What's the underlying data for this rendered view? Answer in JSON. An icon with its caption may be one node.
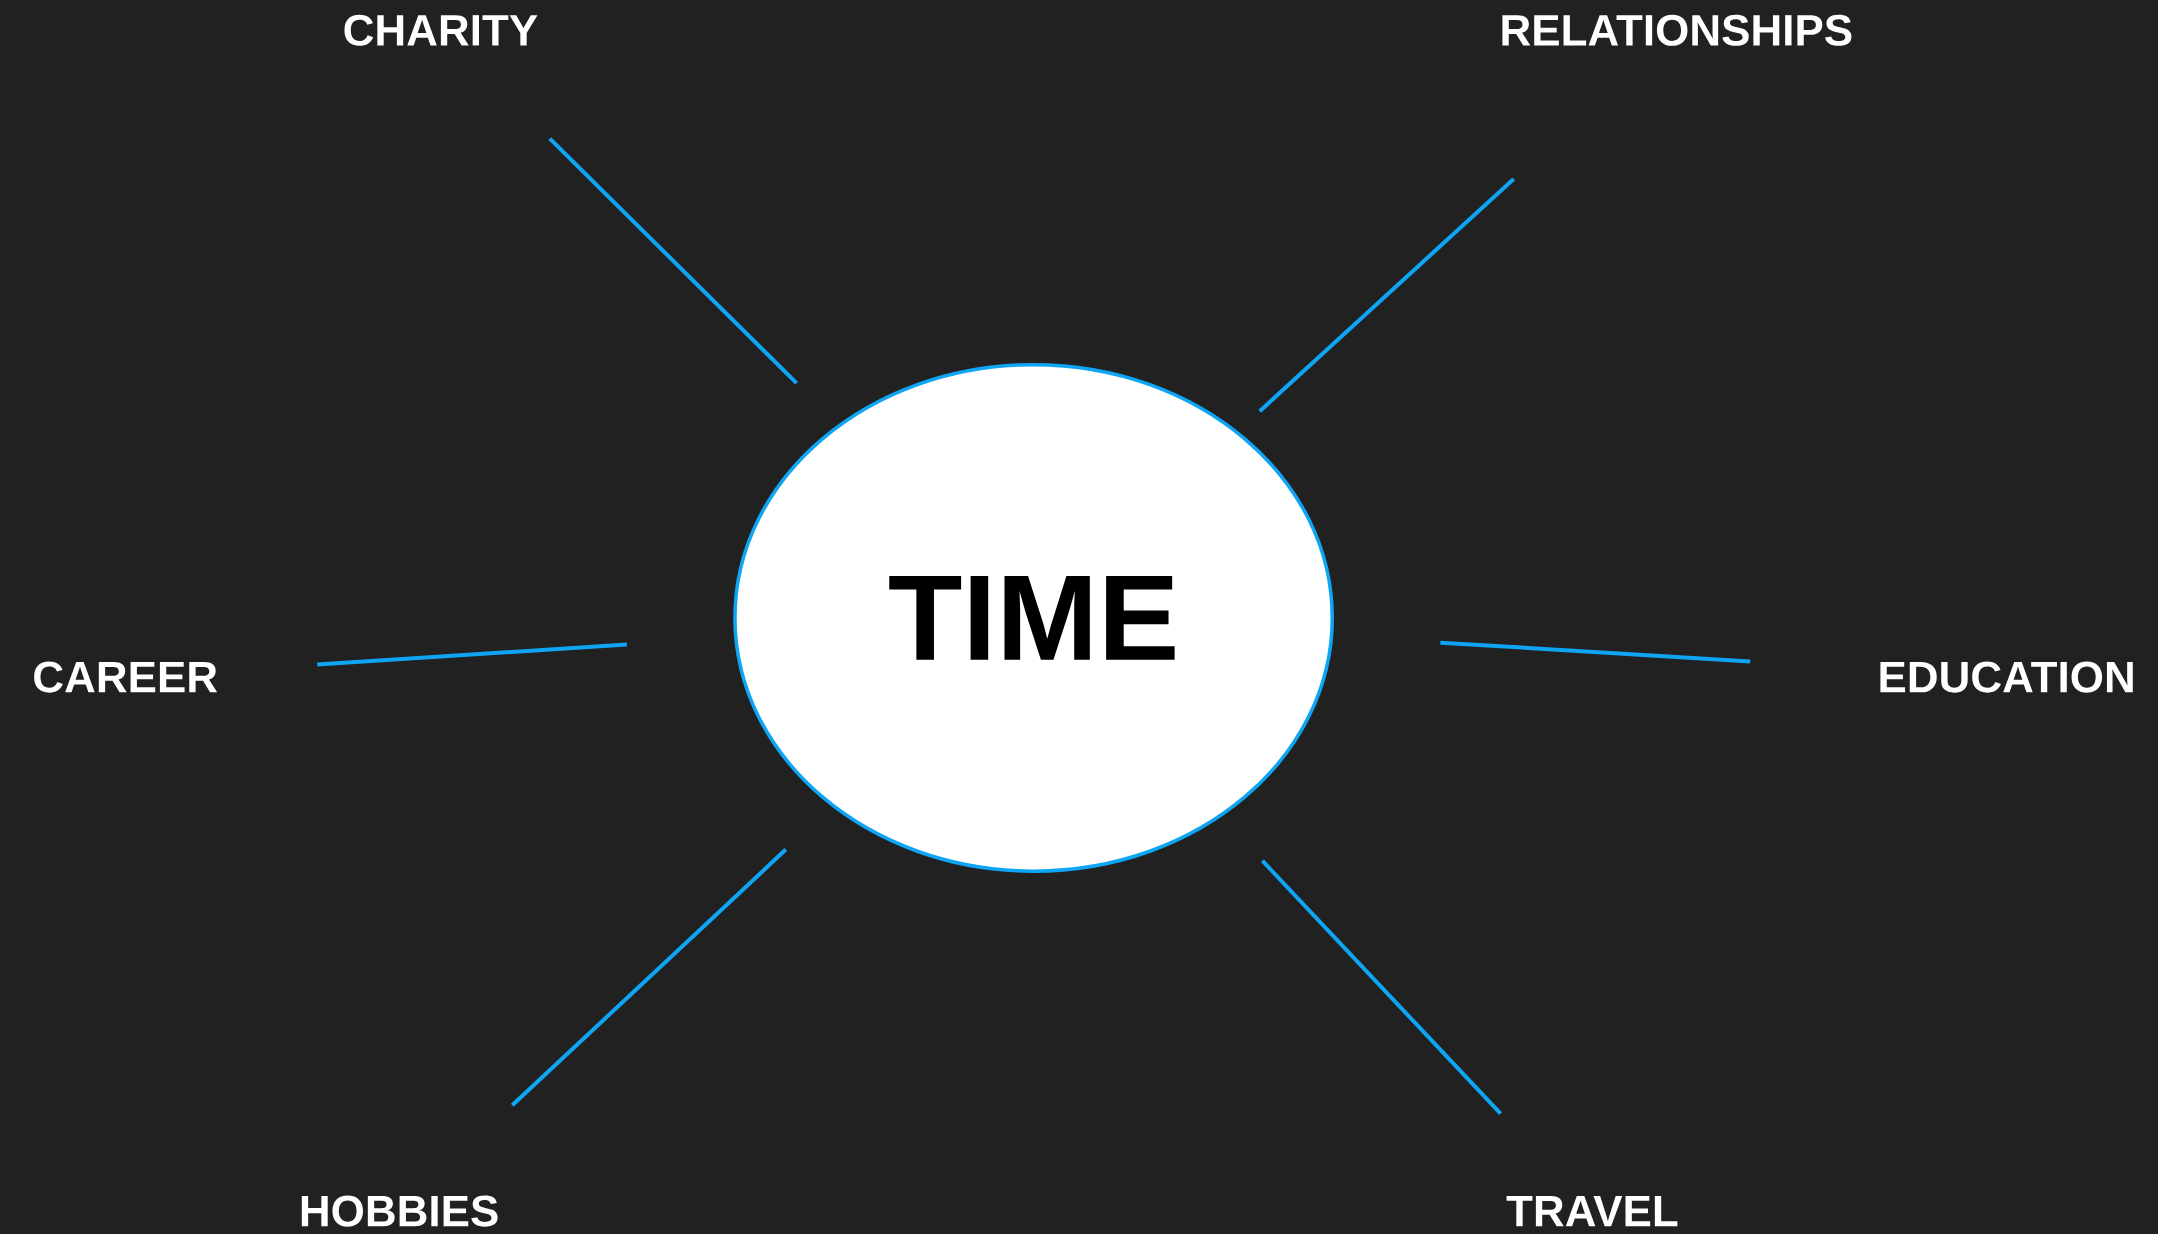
{
  "diagram": {
    "nodes": [
      {
        "text": [
          "TIME"
        ]
      },
      {
        "text": [
          "CHARITY"
        ]
      },
      {
        "text": [
          "RELATIONSHIPS"
        ]
      },
      {
        "text": [
          "CAREER"
        ]
      },
      {
        "text": [
          "EDUCATION"
        ]
      },
      {
        "text": [
          "HOBBIES"
        ]
      },
      {
        "text": [
          "TRAVEL"
        ]
      }
    ],
    "edges": [
      {
        "from": 1,
        "to": 0,
        "arrow": "none"
      },
      {
        "from": 2,
        "to": 0,
        "arrow": "none"
      },
      {
        "from": 3,
        "to": 0,
        "arrow": "none"
      },
      {
        "from": 4,
        "to": 0,
        "arrow": "none"
      },
      {
        "from": 5,
        "to": 0,
        "arrow": "none"
      },
      {
        "from": 6,
        "to": 0,
        "arrow": "none"
      }
    ]
  }
}
